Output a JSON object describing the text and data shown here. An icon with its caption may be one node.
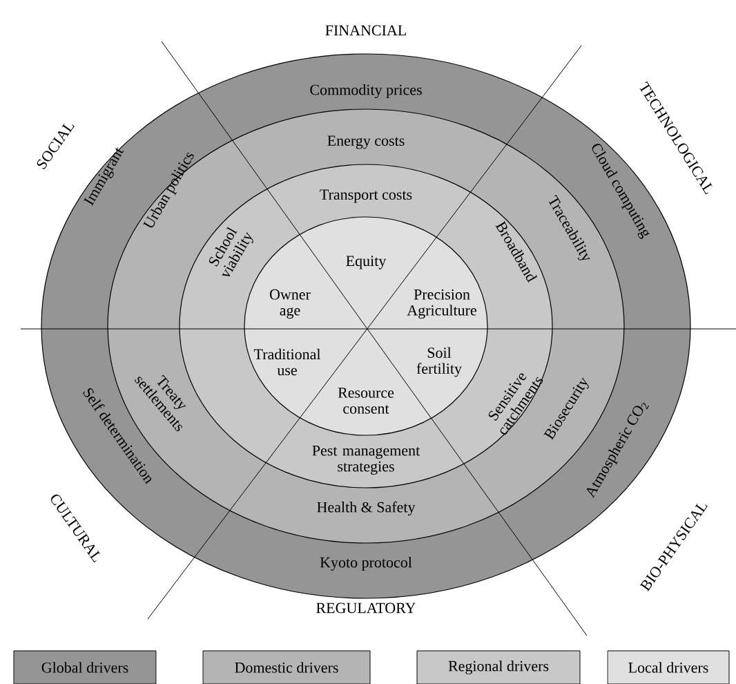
{
  "diagram": {
    "nodes": [
      {
        "text": [
          "Commodity prices",
          "Immigrant",
          "Cloud computing",
          "Self determination",
          "Atmospheric CO$_{2}$",
          "Kyoto protocol"
        ]
      },
      {
        "text": [
          "Energy costs",
          "Urban politics",
          "Traceability",
          "Treaty settlements",
          "Biosecurity",
          "Health & Safety"
        ],
        "in": 0
      },
      {
        "text": [
          "Transport costs",
          "School viability",
          "Broadband",
          "Sensitive catchments",
          "Pest management strategies"
        ],
        "in": 1
      },
      {
        "text": [
          "Equity",
          "Owner age",
          "Precision Agriculture",
          "Traditional use",
          "Soil fertility",
          "Resource consent"
        ],
        "in": 2
      }
    ],
    "labels": [
      "FINANCIAL",
      "SOCIAL",
      "TECHNOLOGICAL",
      "CULTURAL",
      "BIO-PHYSICAL",
      "REGULATORY"
    ],
    "legend": [
      {
        "text": "Global drivers",
        "color": "#959595"
      },
      {
        "text": "Domestic drivers",
        "color": "#b4b4b4"
      },
      {
        "text": "Regional drivers",
        "color": "#c8c8c8"
      },
      {
        "text": "Local drivers",
        "color": "#e0e0e0"
      }
    ]
  }
}
